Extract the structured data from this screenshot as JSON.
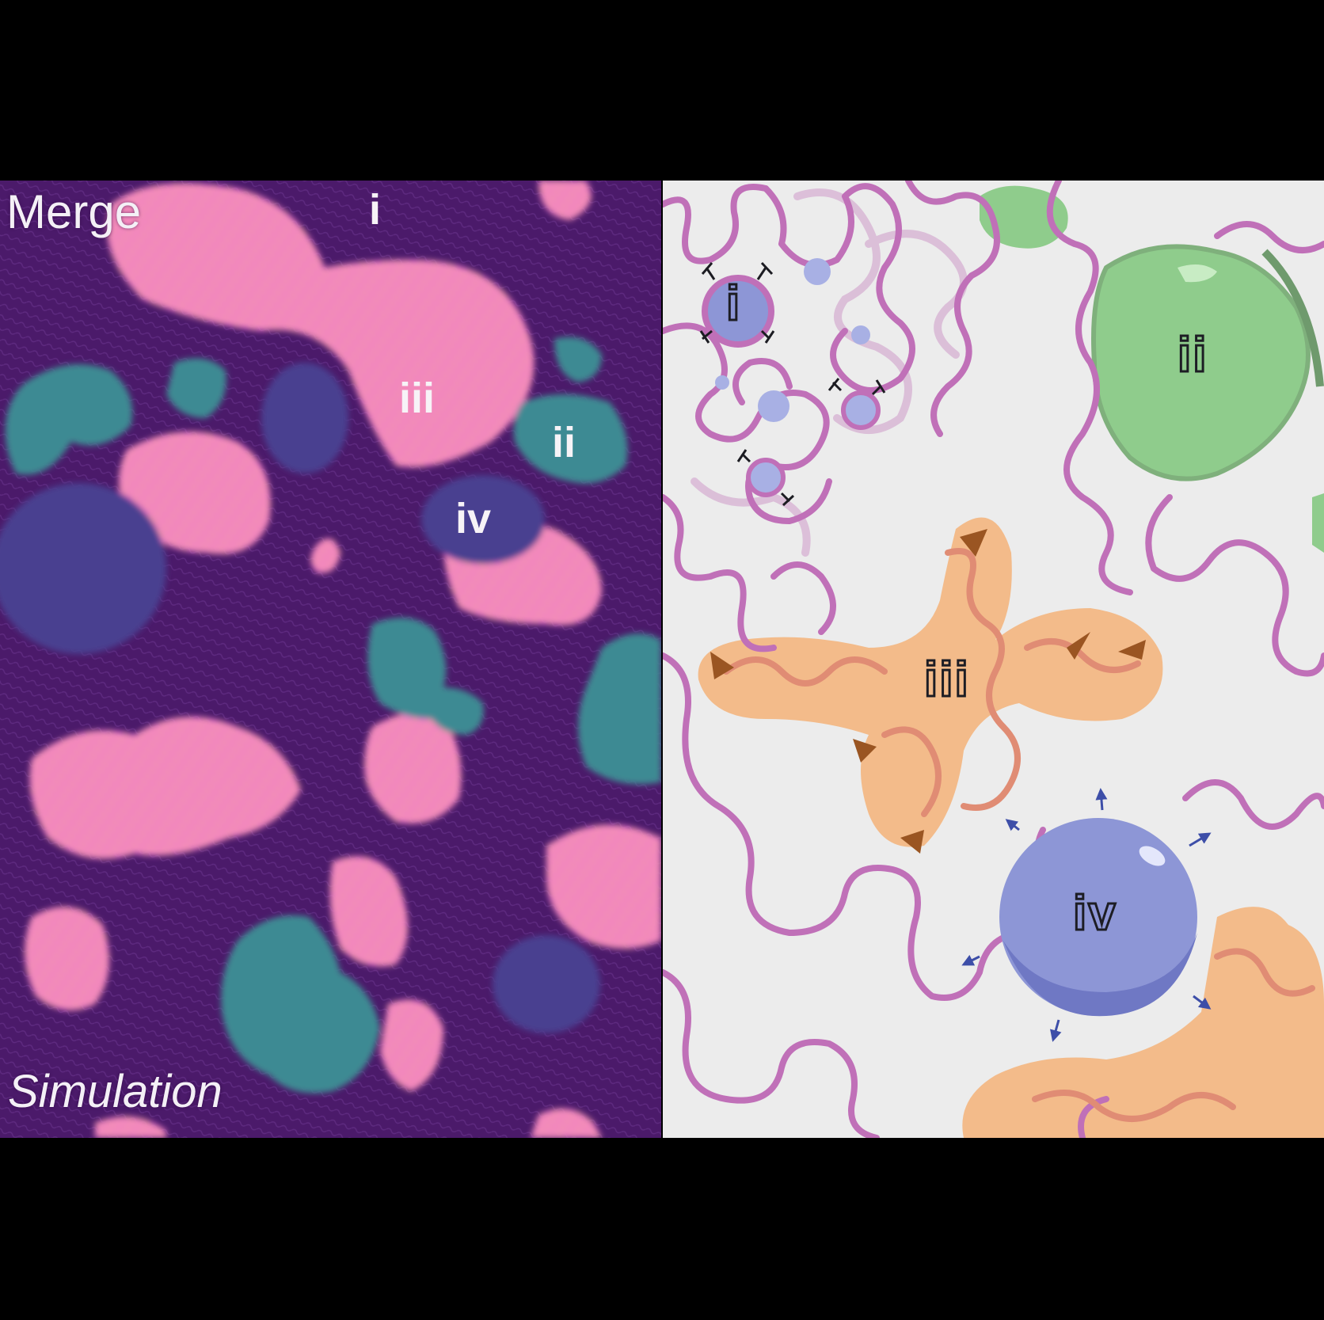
{
  "left_panel": {
    "label_top": "Merge",
    "label_bottom": "Simulation",
    "markers": {
      "i": "i",
      "ii": "ii",
      "iii": "iii",
      "iv": "iv"
    }
  },
  "right_panel": {
    "markers": {
      "i": "i",
      "ii": "ii",
      "iii": "iii",
      "iv": "iv"
    }
  },
  "colors": {
    "background": "#000000",
    "left_bg": "#4a1a68",
    "pink_domain": "#f06bd4",
    "teal_domain": "#3d8a92",
    "blue_domain": "#4a3f8e",
    "right_bg": "#ececec",
    "chain": "#c070b8",
    "green_droplet": "#8fcc8c",
    "orange_domain": "#f4b47c",
    "blue_droplet": "#8d96d6"
  }
}
